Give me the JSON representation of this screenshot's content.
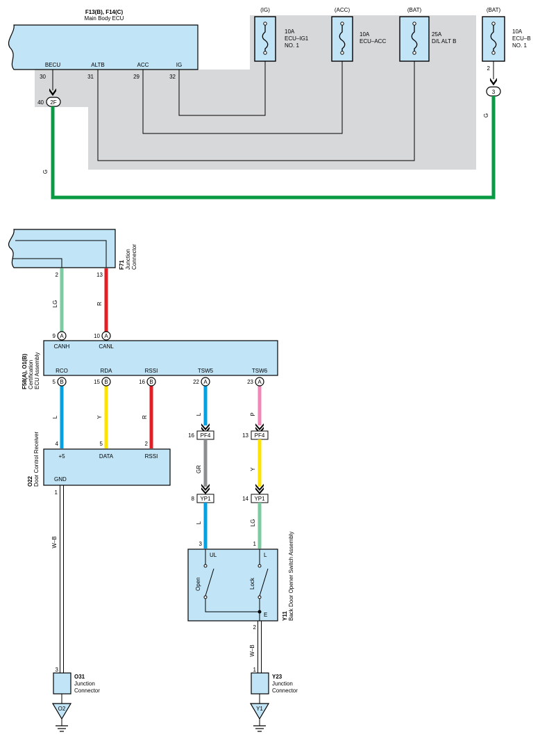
{
  "top": {
    "ecu_id": "F13(B), F14(C)",
    "ecu_name": "Main Body ECU",
    "terminals": [
      {
        "label": "BECU",
        "pin": "30"
      },
      {
        "label": "ALTB",
        "pin": "31"
      },
      {
        "label": "ACC",
        "pin": "29"
      },
      {
        "label": "IG",
        "pin": "32"
      }
    ],
    "connector_2f": {
      "pin": "40",
      "label": "2F"
    },
    "fuses": [
      {
        "source": "(IG)",
        "rating": "10A",
        "name1": "ECU–IG1",
        "name2": "NO. 1"
      },
      {
        "source": "(ACC)",
        "rating": "10A",
        "name1": "ECU–ACC",
        "name2": ""
      },
      {
        "source": "(BAT)",
        "rating": "25A",
        "name1": "D/L ALT B",
        "name2": ""
      },
      {
        "source": "(BAT)",
        "rating": "10A",
        "name1": "ECU–B",
        "name2": "NO. 1"
      }
    ],
    "ecub_pin": "2",
    "ecub_conn": "3",
    "wire_g_left": "G",
    "wire_g_right": "G"
  },
  "junction_f71": {
    "id": "F71",
    "name1": "Junction",
    "name2": "Connector",
    "pin_lg": "2",
    "pin_r": "13"
  },
  "cert_ecu": {
    "id": "F58(A), O1(B)",
    "name1": "Certification",
    "name2": "ECU Assembly",
    "top_terms": [
      {
        "label": "CANH",
        "pin": "9",
        "conn": "A",
        "wire": "LG"
      },
      {
        "label": "CANL",
        "pin": "10",
        "conn": "A",
        "wire": "R"
      }
    ],
    "bottom_terms": [
      {
        "label": "RCO",
        "pin": "5",
        "conn": "B",
        "wire": "L"
      },
      {
        "label": "RDA",
        "pin": "15",
        "conn": "B",
        "wire": "Y"
      },
      {
        "label": "RSSI",
        "pin": "16",
        "conn": "B",
        "wire": "R"
      },
      {
        "label": "TSW5",
        "pin": "22",
        "conn": "A",
        "wire": "L"
      },
      {
        "label": "TSW6",
        "pin": "23",
        "conn": "A",
        "wire": "P"
      }
    ]
  },
  "door_receiver": {
    "id": "O22",
    "name": "Door Control Receiver",
    "terms": [
      {
        "label": "+5",
        "pin": "4"
      },
      {
        "label": "DATA",
        "pin": "5"
      },
      {
        "label": "RSSI",
        "pin": "2"
      }
    ],
    "gnd_label": "GND",
    "gnd_pin": "1",
    "gnd_wire": "W–B"
  },
  "pf4": {
    "label": "PF4",
    "pin_left": "16",
    "pin_right": "13"
  },
  "mid_wires": {
    "left": "GR",
    "right": "Y"
  },
  "yp1": {
    "label": "YP1",
    "pin_left": "8",
    "pin_right": "14"
  },
  "low_wires": {
    "left": "L",
    "right": "LG"
  },
  "back_door": {
    "id": "Y11",
    "name": "Back Door Opener Switch Assembly",
    "pin_ul": "3",
    "pin_l": "1",
    "term_ul": "UL",
    "term_l": "L",
    "sw_open": "Open",
    "sw_lock": "Lock",
    "term_e": "E",
    "pin_e": "2",
    "e_wire": "W–B"
  },
  "o31": {
    "id": "O31",
    "name1": "Junction",
    "name2": "Connector",
    "pin": "3",
    "ground": "O2"
  },
  "y23": {
    "id": "Y23",
    "name1": "Junction",
    "name2": "Connector",
    "pin": "1",
    "ground": "Y1"
  },
  "colors": {
    "G": "#0a9a43",
    "LG": "#7dcba0",
    "R": "#e31e25",
    "L": "#00a1e2",
    "Y": "#fde300",
    "P": "#ef88b8",
    "GR": "#8d8e90",
    "component": "#c1e4f6",
    "shade": "#d7d8da"
  }
}
